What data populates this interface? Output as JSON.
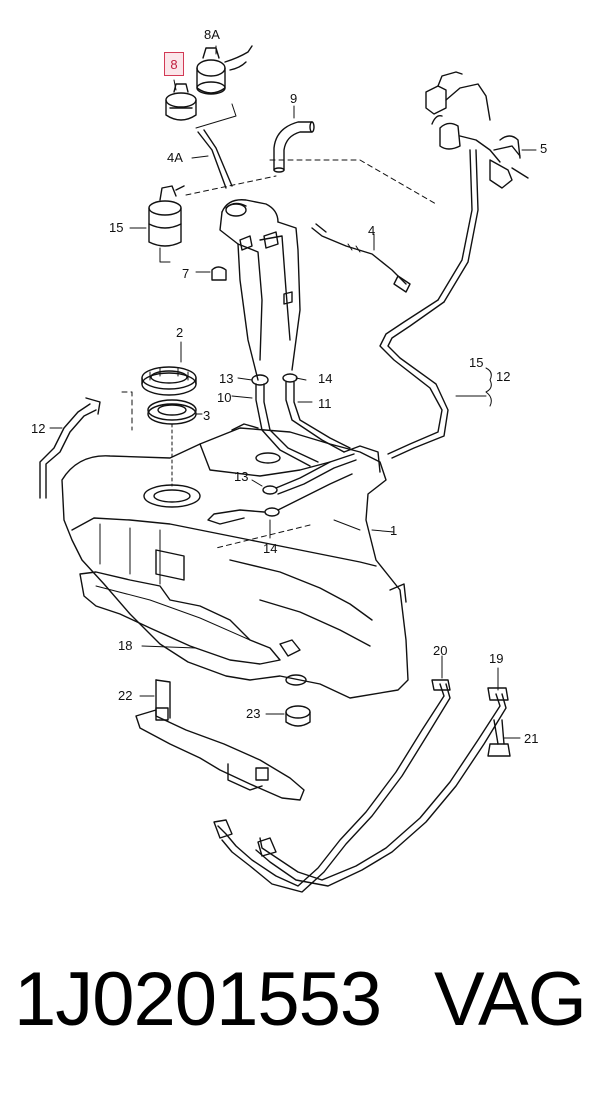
{
  "diagram": {
    "highlighted_part": "8",
    "callouts": {
      "c8a": "8A",
      "c9": "9",
      "c5": "5",
      "c4a": "4A",
      "c15": "15",
      "c4": "4",
      "c7": "7",
      "c2": "2",
      "c13a": "13",
      "c14a": "14",
      "c10": "10",
      "c11": "11",
      "c3": "3",
      "c15b": "15",
      "c12r": "12",
      "c12l": "12",
      "c13b": "13",
      "c14b": "14",
      "c1": "1",
      "c18": "18",
      "c20": "20",
      "c19": "19",
      "c22": "22",
      "c23": "23",
      "c21": "21"
    }
  },
  "footer": {
    "part_number": "1J0201553",
    "brand": "VAG"
  }
}
